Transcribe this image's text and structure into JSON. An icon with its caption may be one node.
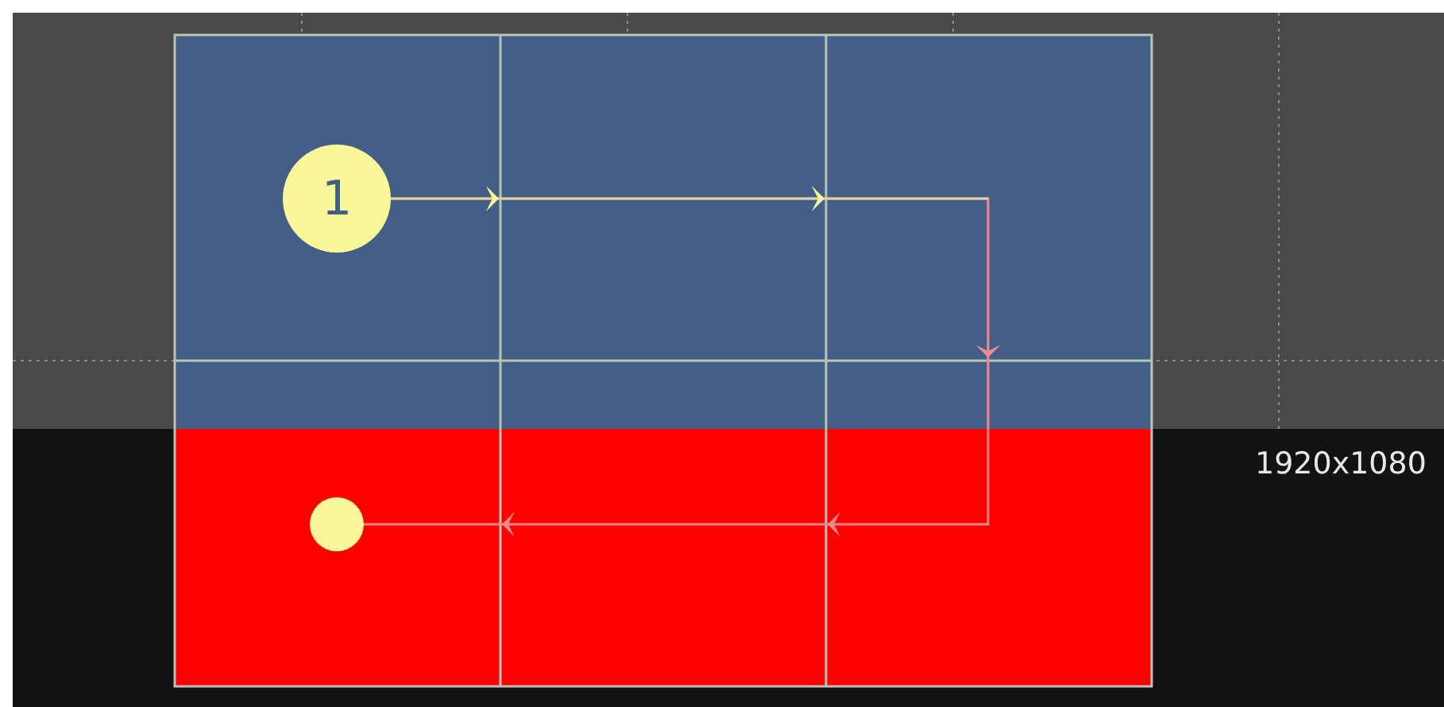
{
  "diagram": {
    "nodes": [
      {
        "text": [
          "1"
        ]
      },
      {
        "text": [],
        "shape": "circle"
      }
    ],
    "edges": [
      {
        "from": 0,
        "to": 1,
        "arrow": "to"
      }
    ],
    "labels": [
      "1920x1080"
    ]
  }
}
